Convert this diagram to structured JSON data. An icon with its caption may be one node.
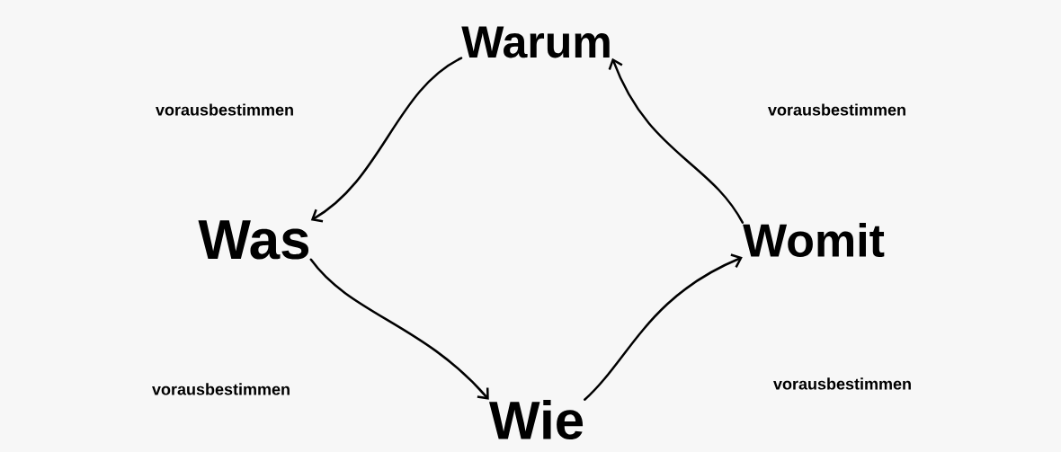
{
  "diagram": {
    "nodes": [
      {
        "text": [
          "Warum"
        ]
      },
      {
        "text": [
          "Was"
        ]
      },
      {
        "text": [
          "Wie"
        ]
      },
      {
        "text": [
          "Womit"
        ]
      }
    ],
    "edges": [
      {
        "from": 0,
        "to": 1,
        "arrow": "to"
      },
      {
        "from": 1,
        "to": 2,
        "arrow": "to"
      },
      {
        "from": 2,
        "to": 3,
        "arrow": "to"
      },
      {
        "from": 3,
        "to": 0,
        "arrow": "to"
      }
    ],
    "labels": [
      "vorausbestimmen",
      "vorausbestimmen",
      "vorausbestimmen",
      "vorausbestimmen"
    ]
  }
}
